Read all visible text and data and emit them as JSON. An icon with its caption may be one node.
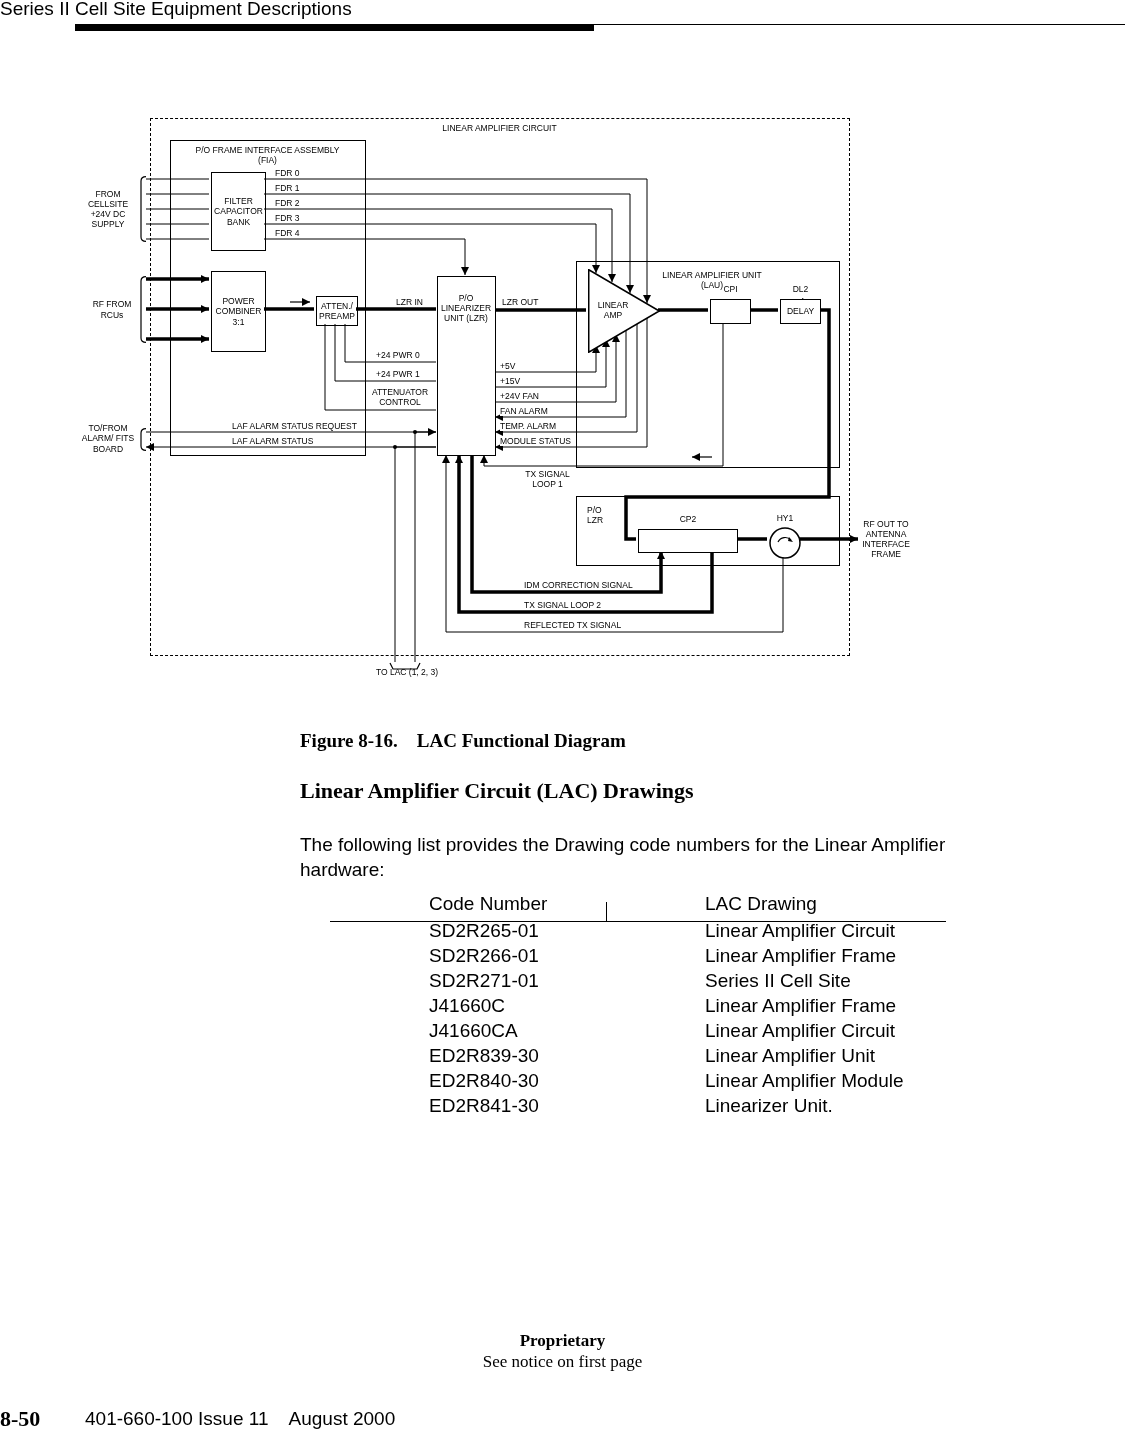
{
  "diagram": {
    "caption": "Figure 8-16.    LAC Functional Diagram",
    "nodes": [
      {
        "text": [
          "LINEAR AMPLIFIER CIRCUIT"
        ]
      },
      {
        "text": [
          "P/O FRAME INTERFACE ASSEMBLY (FIA)"
        ],
        "in": 0
      },
      {
        "text": [
          "FILTER CAPACITOR BANK"
        ],
        "in": 1
      },
      {
        "text": [
          "POWER COMBINER 3:1"
        ],
        "in": 1
      },
      {
        "text": [
          "ATTEN./ PREAMP"
        ],
        "in": 1
      },
      {
        "text": [
          "P/O LINEARIZER UNIT (LZR)"
        ],
        "in": 0
      },
      {
        "text": [
          "LINEAR AMPLIFIER UNIT (LAU)"
        ],
        "in": 0
      },
      {
        "text": [
          "LINEAR AMP"
        ],
        "in": 6
      },
      {
        "text": [
          "CPI"
        ],
        "in": 6
      },
      {
        "text": [
          "DL2",
          "DELAY"
        ],
        "in": 6
      },
      {
        "text": [
          "P/O LZR"
        ],
        "in": 0
      },
      {
        "text": [
          "CP2"
        ],
        "in": 10
      },
      {
        "text": [
          "HY1"
        ],
        "in": 10
      },
      {
        "text": [
          "FROM CELLSITE +24V DC SUPPLY"
        ]
      },
      {
        "text": [
          "RF FROM RCUs"
        ]
      },
      {
        "text": [
          "TO/FROM ALARM/ FITS BOARD"
        ]
      },
      {
        "text": [
          "RF OUT TO ANTENNA INTERFACE FRAME"
        ]
      },
      {
        "text": [
          "TO LAC (1, 2, 3)"
        ]
      }
    ],
    "edges": [
      {
        "from": 13,
        "to": 2,
        "arrow": "none"
      },
      {
        "from": 13,
        "to": 2,
        "arrow": "none"
      },
      {
        "from": 13,
        "to": 2,
        "arrow": "none"
      },
      {
        "from": 13,
        "to": 2,
        "arrow": "none"
      },
      {
        "from": 13,
        "to": 2,
        "arrow": "none"
      },
      {
        "from": 2,
        "to": 7,
        "arrow": "to",
        "label": "FDR 0"
      },
      {
        "from": 2,
        "to": 7,
        "arrow": "to",
        "label": "FDR 1"
      },
      {
        "from": 2,
        "to": 7,
        "arrow": "to",
        "label": "FDR 2"
      },
      {
        "from": 2,
        "to": 7,
        "arrow": "to",
        "label": "FDR 3"
      },
      {
        "from": 2,
        "to": 5,
        "arrow": "to",
        "label": "FDR 4"
      },
      {
        "from": 14,
        "to": 3,
        "arrow": "to",
        "style": "thick"
      },
      {
        "from": 14,
        "to": 3,
        "arrow": "to",
        "style": "thick"
      },
      {
        "from": 14,
        "to": 3,
        "arrow": "to",
        "style": "thick"
      },
      {
        "from": 3,
        "to": 4,
        "arrow": "none",
        "style": "thick"
      },
      {
        "from": 4,
        "to": 5,
        "arrow": "none",
        "style": "thick",
        "label": "LZR IN"
      },
      {
        "from": 5,
        "to": 7,
        "arrow": "none",
        "style": "thick",
        "label": "LZR OUT"
      },
      {
        "from": 4,
        "to": 5,
        "arrow": "none",
        "label": "+24 PWR 0"
      },
      {
        "from": 4,
        "to": 5,
        "arrow": "none",
        "label": "+24 PWR 1"
      },
      {
        "from": 4,
        "to": 5,
        "arrow": "none",
        "label": "ATTENUATOR CONTROL"
      },
      {
        "from": 15,
        "to": 5,
        "arrow": "to",
        "label": "LAF ALARM STATUS REQUEST"
      },
      {
        "from": 5,
        "to": 15,
        "arrow": "to",
        "label": "LAF ALARM STATUS"
      },
      {
        "from": 5,
        "to": 17,
        "arrow": "none"
      },
      {
        "from": 5,
        "to": 17,
        "arrow": "none"
      },
      {
        "from": 5,
        "to": 7,
        "arrow": "to",
        "label": "+5V"
      },
      {
        "from": 5,
        "to": 7,
        "arrow": "to",
        "label": "+15V"
      },
      {
        "from": 5,
        "to": 7,
        "arrow": "to",
        "label": "+24V FAN"
      },
      {
        "from": 7,
        "to": 5,
        "arrow": "to",
        "label": "FAN ALARM"
      },
      {
        "from": 7,
        "to": 5,
        "arrow": "to",
        "label": "TEMP. ALARM"
      },
      {
        "from": 7,
        "to": 5,
        "arrow": "to",
        "label": "MODULE STATUS"
      },
      {
        "from": 8,
        "to": 5,
        "arrow": "to",
        "label": "TX SIGNAL LOOP 1"
      },
      {
        "from": 7,
        "to": 8,
        "arrow": "none",
        "style": "thick"
      },
      {
        "from": 8,
        "to": 9,
        "arrow": "none",
        "style": "thick"
      },
      {
        "from": 9,
        "to": 11,
        "arrow": "none",
        "style": "thick"
      },
      {
        "from": 11,
        "to": 12,
        "arrow": "none",
        "style": "thick"
      },
      {
        "from": 12,
        "to": 16,
        "arrow": "to",
        "style": "thick"
      },
      {
        "from": 5,
        "to": 11,
        "arrow": "to",
        "style": "thick",
        "label": "IDM CORRECTION SIGNAL"
      },
      {
        "from": 11,
        "to": 5,
        "arrow": "to",
        "style": "thick",
        "label": "TX SIGNAL LOOP 2"
      },
      {
        "from": 12,
        "to": 5,
        "arrow": "to",
        "label": "REFLECTED TX SIGNAL"
      }
    ],
    "labels": [
      "Series II Cell Site Equipment Descriptions",
      "Linear Amplifier Circuit (LAC) Drawings",
      "The following list provides the Drawing code numbers for the Linear Amplifier hardware:",
      "Code Number",
      "LAC Drawing",
      "SD2R265-01",
      "Linear Amplifier Circuit",
      "SD2R266-01",
      "Linear Amplifier Frame",
      "SD2R271-01",
      "Series II Cell Site",
      "J41660C",
      "Linear Amplifier Frame",
      "J41660CA",
      "Linear Amplifier Circuit",
      "ED2R839-30",
      "Linear Amplifier Unit",
      "ED2R840-30",
      "Linear Amplifier Module",
      "ED2R841-30",
      "Linearizer Unit.",
      "Proprietary",
      "See notice on first page",
      "8-50",
      "401-660-100 Issue 11    August 2000"
    ]
  }
}
